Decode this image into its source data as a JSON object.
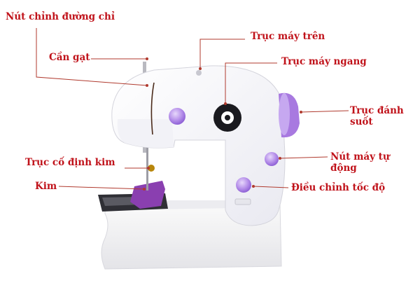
{
  "labels": {
    "thread_knob": "Nút chỉnh đường chỉ",
    "lever": "Cần gạt",
    "upper_shaft": "Trục máy trên",
    "horizontal_shaft": "Trục máy ngang",
    "bobbin_shaft": "Trục đánh suốt",
    "needle_clamp": "Trục cố định kim",
    "auto_button": "Nút máy tự động",
    "needle": "Kim",
    "speed_control": "Điều chỉnh tốc độ"
  },
  "colors": {
    "label_text": "#c0121a",
    "leader_line": "#b03a2e",
    "machine_body": "#f7f7fb",
    "accent_purple": "#a879e0",
    "base": "#f1f1f1"
  }
}
